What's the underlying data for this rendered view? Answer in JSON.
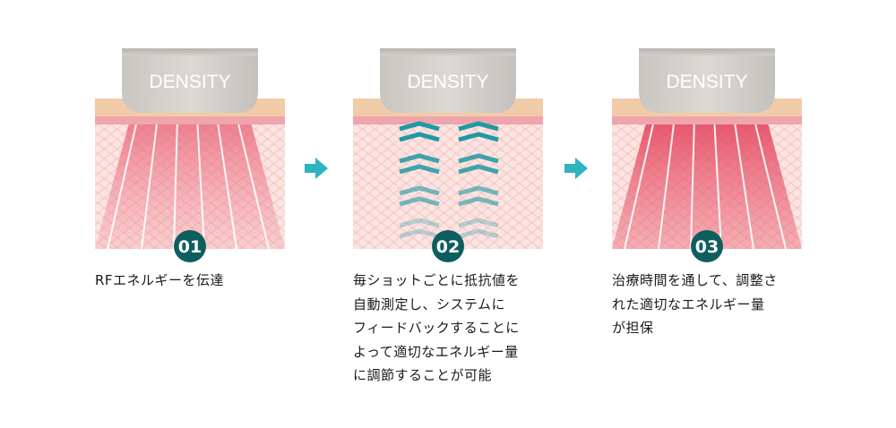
{
  "brand": "DENSITY",
  "colors": {
    "accent": "#2fb3be",
    "badge": "#0f5e5f",
    "skin_top": "#f2cba8",
    "skin_band": "#eea5ab",
    "tissue_bg": "#fbe4e2",
    "cell_line": "#f4c4c1",
    "chevron": "#1f9aa3"
  },
  "steps": [
    {
      "number": "01",
      "caption": "RFエネルギーを伝達"
    },
    {
      "number": "02",
      "caption": "毎ショットごとに抵抗値を\n自動測定し、システムに\nフィードバックすることに\nよって適切なエネルギー量\nに調節することが可能"
    },
    {
      "number": "03",
      "caption": "治療時間を通して、調整さ\nれた適切なエネルギー量\nが担保"
    }
  ],
  "icons": {
    "arrow": "right-arrow-icon"
  }
}
